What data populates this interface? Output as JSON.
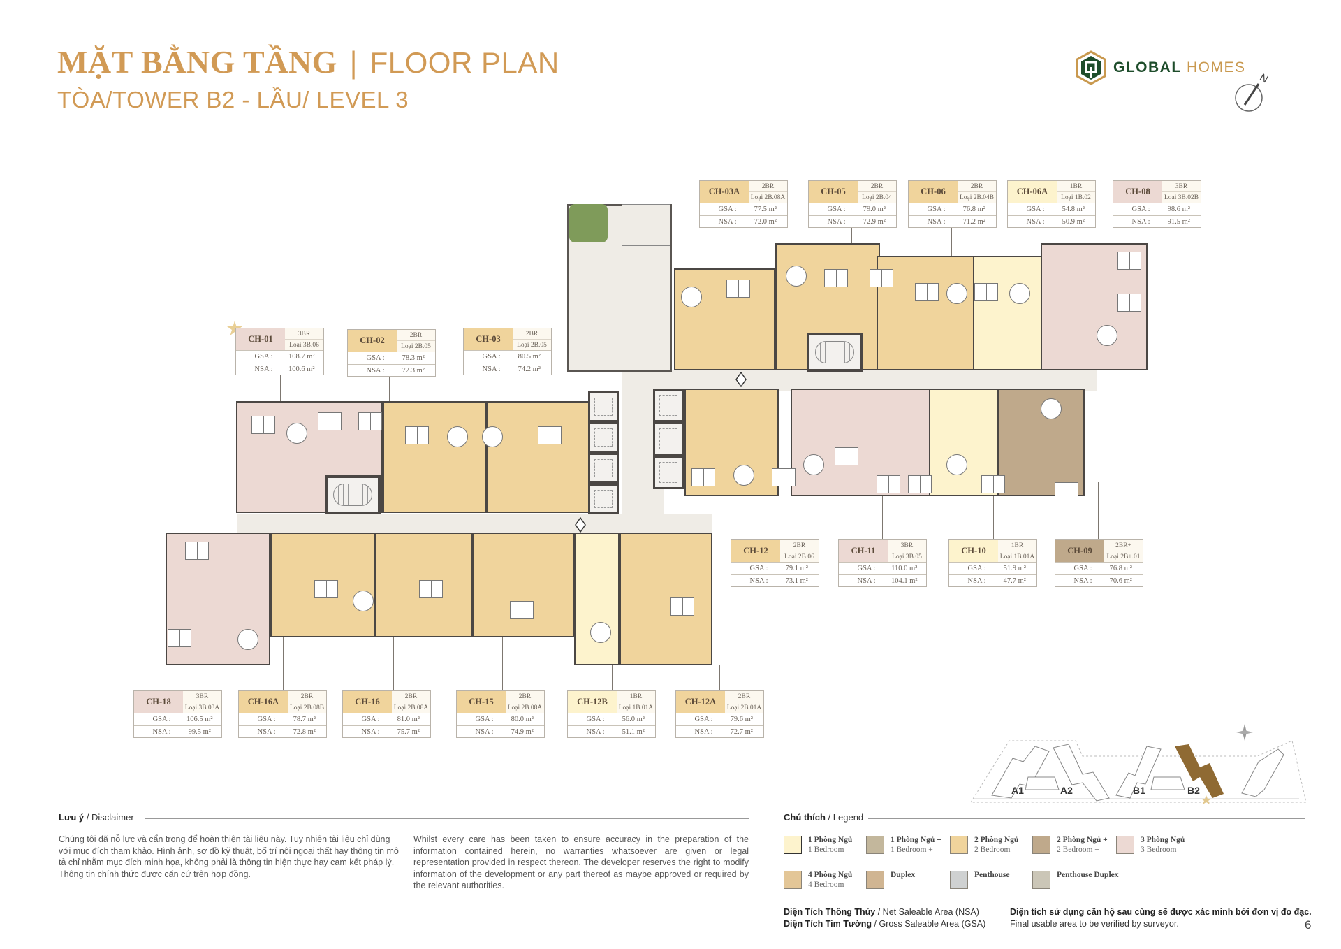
{
  "header": {
    "title_vn": "MẶT BẰNG TẦNG",
    "title_sep": "|",
    "title_en": "FLOOR PLAN",
    "subtitle": "TÒA/TOWER B2 - LẦU/ LEVEL 3"
  },
  "brand": {
    "name_bold": "GLOBAL",
    "name_light": "HOMES",
    "primary_color": "#1e4d2b",
    "accent_color": "#c9994f",
    "compass_label": "N"
  },
  "units": [
    {
      "id": "CH-03A",
      "type": "2BR",
      "loai": "Loại 2B.08A",
      "gsa_label": "GSA :",
      "gsa": "77.5 m²",
      "nsa_label": "NSA :",
      "nsa": "72.0 m²",
      "color": "2br"
    },
    {
      "id": "CH-05",
      "type": "2BR",
      "loai": "Loại 2B.04",
      "gsa_label": "GSA :",
      "gsa": "79.0 m²",
      "nsa_label": "NSA :",
      "nsa": "72.9 m²",
      "color": "2br"
    },
    {
      "id": "CH-06",
      "type": "2BR",
      "loai": "Loại 2B.04B",
      "gsa_label": "GSA :",
      "gsa": "76.8 m²",
      "nsa_label": "NSA :",
      "nsa": "71.2 m²",
      "color": "2br"
    },
    {
      "id": "CH-06A",
      "type": "1BR",
      "loai": "Loại 1B.02",
      "gsa_label": "GSA :",
      "gsa": "54.8 m²",
      "nsa_label": "NSA :",
      "nsa": "50.9 m²",
      "color": "1br"
    },
    {
      "id": "CH-08",
      "type": "3BR",
      "loai": "Loại 3B.02B",
      "gsa_label": "GSA :",
      "gsa": "98.6 m²",
      "nsa_label": "NSA :",
      "nsa": "91.5 m²",
      "color": "3br"
    },
    {
      "id": "CH-01",
      "type": "3BR",
      "loai": "Loại 3B.06",
      "gsa_label": "GSA :",
      "gsa": "108.7 m²",
      "nsa_label": "NSA :",
      "nsa": "100.6 m²",
      "color": "3br"
    },
    {
      "id": "CH-02",
      "type": "2BR",
      "loai": "Loại 2B.05",
      "gsa_label": "GSA :",
      "gsa": "78.3 m²",
      "nsa_label": "NSA :",
      "nsa": "72.3 m²",
      "color": "2br"
    },
    {
      "id": "CH-03",
      "type": "2BR",
      "loai": "Loại 2B.05",
      "gsa_label": "GSA :",
      "gsa": "80.5 m²",
      "nsa_label": "NSA :",
      "nsa": "74.2 m²",
      "color": "2br"
    },
    {
      "id": "CH-12",
      "type": "2BR",
      "loai": "Loại 2B.06",
      "gsa_label": "GSA :",
      "gsa": "79.1 m²",
      "nsa_label": "NSA :",
      "nsa": "73.1 m²",
      "color": "2br"
    },
    {
      "id": "CH-11",
      "type": "3BR",
      "loai": "Loại 3B.05",
      "gsa_label": "GSA :",
      "gsa": "110.0 m²",
      "nsa_label": "NSA :",
      "nsa": "104.1 m²",
      "color": "3br"
    },
    {
      "id": "CH-10",
      "type": "1BR",
      "loai": "Loại 1B.01A",
      "gsa_label": "GSA :",
      "gsa": "51.9 m²",
      "nsa_label": "NSA :",
      "nsa": "47.7 m²",
      "color": "1br"
    },
    {
      "id": "CH-09",
      "type": "2BR+",
      "loai": "Loại 2B+.01",
      "gsa_label": "GSA :",
      "gsa": "76.8 m²",
      "nsa_label": "NSA :",
      "nsa": "70.6 m²",
      "color": "2brp"
    },
    {
      "id": "CH-18",
      "type": "3BR",
      "loai": "Loại 3B.03A",
      "gsa_label": "GSA :",
      "gsa": "106.5 m²",
      "nsa_label": "NSA :",
      "nsa": "99.5 m²",
      "color": "3br"
    },
    {
      "id": "CH-16A",
      "type": "2BR",
      "loai": "Loại 2B.08B",
      "gsa_label": "GSA :",
      "gsa": "78.7 m²",
      "nsa_label": "NSA :",
      "nsa": "72.8 m²",
      "color": "2br"
    },
    {
      "id": "CH-16",
      "type": "2BR",
      "loai": "Loại 2B.08A",
      "gsa_label": "GSA :",
      "gsa": "81.0 m²",
      "nsa_label": "NSA :",
      "nsa": "75.7 m²",
      "color": "2br"
    },
    {
      "id": "CH-15",
      "type": "2BR",
      "loai": "Loại 2B.08A",
      "gsa_label": "GSA :",
      "gsa": "80.0 m²",
      "nsa_label": "NSA :",
      "nsa": "74.9 m²",
      "color": "2br"
    },
    {
      "id": "CH-12B",
      "type": "1BR",
      "loai": "Loại 1B.01A",
      "gsa_label": "GSA :",
      "gsa": "56.0 m²",
      "nsa_label": "NSA :",
      "nsa": "51.1 m²",
      "color": "1br"
    },
    {
      "id": "CH-12A",
      "type": "2BR",
      "loai": "Loại 2B.01A",
      "gsa_label": "GSA :",
      "gsa": "79.6 m²",
      "nsa_label": "NSA :",
      "nsa": "72.7 m²",
      "color": "2br"
    }
  ],
  "sitemap": {
    "towers": [
      "A1",
      "A2",
      "B1",
      "B2"
    ],
    "highlighted": "B2",
    "highlight_color": "#8f6a33"
  },
  "disclaimer": {
    "title_vn": "Lưu ý",
    "title_en": " / Disclaimer",
    "text_vn": "Chúng tôi đã nỗ lực và cẩn trọng để hoàn thiện tài liệu này. Tuy nhiên tài liệu chỉ dùng với mục đích tham khảo. Hình ảnh, sơ đồ kỹ thuật, bố trí nội ngoại thất hay thông tin mô tả chỉ nhằm mục đích minh họa, không phải là thông tin hiện thực hay cam kết pháp lý. Thông tin chính thức được căn cứ trên hợp đồng.",
    "text_en": "Whilst every care has been taken to ensure accuracy in the preparation of the information contained herein, no warranties whatsoever are given or legal representation provided in respect thereon. The developer reserves the right to modify information of the development or any part thereof as maybe approved or required by the relevant authorities."
  },
  "legend": {
    "title_vn": "Chú thích",
    "title_en": " / Legend",
    "items": [
      {
        "vn": "1 Phòng Ngủ",
        "en": "1 Bedroom",
        "color": "#fdf3cd"
      },
      {
        "vn": "1 Phòng Ngủ +",
        "en": "1 Bedroom +",
        "color": "#c3b79c"
      },
      {
        "vn": "2 Phòng Ngủ",
        "en": "2 Bedroom",
        "color": "#f0d49c"
      },
      {
        "vn": "2 Phòng Ngủ +",
        "en": "2 Bedroom +",
        "color": "#bfa98b"
      },
      {
        "vn": "3 Phòng Ngủ",
        "en": "3 Bedroom",
        "color": "#ecd9d3"
      },
      {
        "vn": "4 Phòng Ngủ",
        "en": "4 Bedroom",
        "color": "#e3c697"
      },
      {
        "vn": "Duplex",
        "en": "",
        "color": "#d0b592"
      },
      {
        "vn": "Penthouse",
        "en": "",
        "color": "#cfd1d1"
      },
      {
        "vn": "Penthouse Duplex",
        "en": "",
        "color": "#cbc6b7"
      }
    ]
  },
  "area_notes": {
    "nsa_vn": "Diện Tích Thông Thủy",
    "nsa_en": " / Net Saleable Area (NSA)",
    "gsa_vn": "Diện Tích Tim Tường",
    "gsa_en": " / Gross Saleable Area (GSA)",
    "verify_vn": "Diện tích sử dụng căn hộ sau cùng sẽ được xác minh bởi đơn vị đo đạc.",
    "verify_en": "Final usable area to be verified by surveyor."
  },
  "page_number": "6"
}
